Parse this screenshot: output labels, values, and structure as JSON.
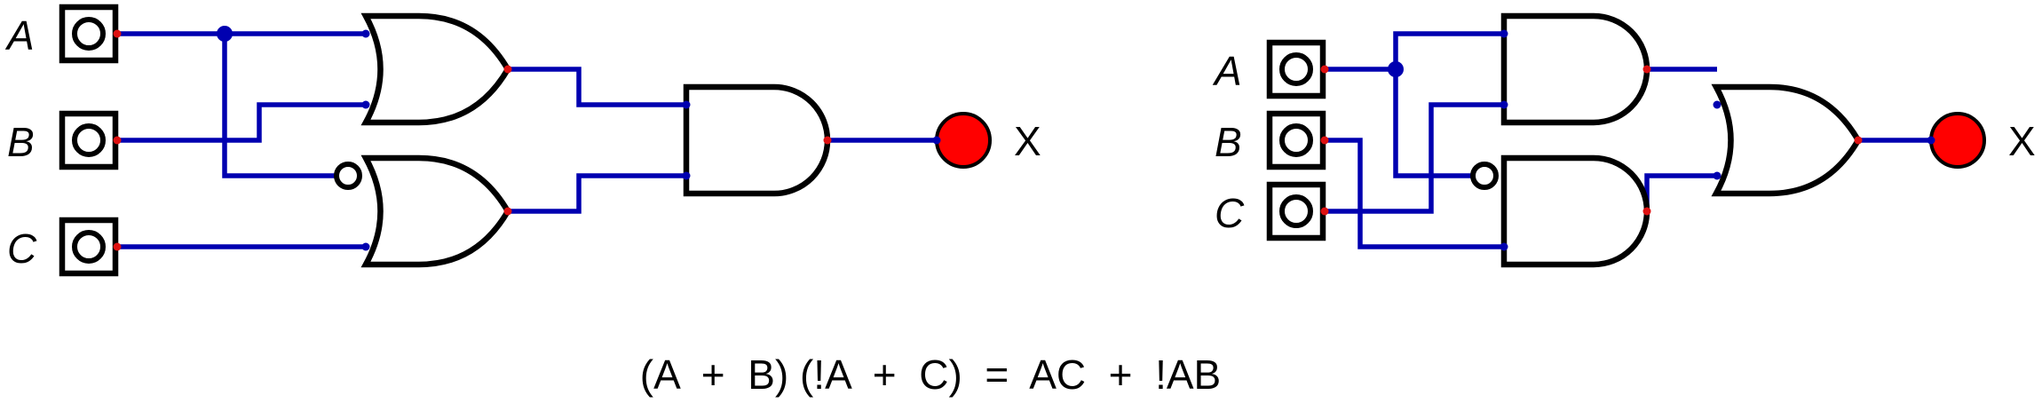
{
  "left_circuit": {
    "inputs": [
      "A",
      "B",
      "C"
    ],
    "output": "X"
  },
  "right_circuit": {
    "inputs": [
      "A",
      "B",
      "C"
    ],
    "output": "X"
  },
  "equation": "(A  +  B) (!A  +  C)  =  AC  +  !AB",
  "colors": {
    "wire": "#0000b0",
    "output_pin": "#d11111",
    "lamp": "#ff0000"
  }
}
